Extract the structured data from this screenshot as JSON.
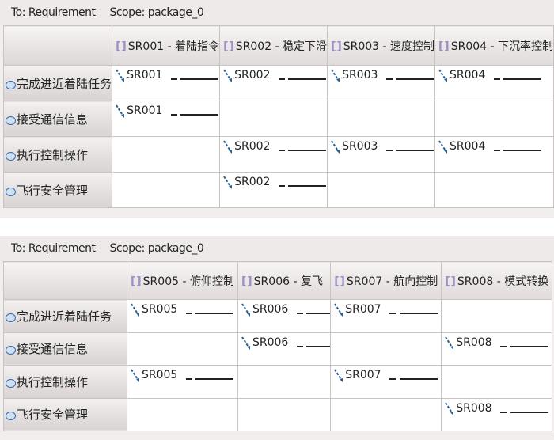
{
  "panels": [
    {
      "to": "To: Requirement",
      "scope": "Scope: package_0",
      "columns": [
        "SR001 - 着陆指令",
        "SR002 - 稳定下滑",
        "SR003 - 速度控制",
        "SR004 - 下沉率控制"
      ],
      "rows": [
        {
          "label": "完成进近着陆任务",
          "cells": [
            "SR001",
            "SR002",
            "SR003",
            "SR004"
          ]
        },
        {
          "label": "接受通信信息",
          "cells": [
            "SR001",
            "",
            "",
            ""
          ]
        },
        {
          "label": "执行控制操作",
          "cells": [
            "",
            "SR002",
            "SR003",
            "SR004"
          ]
        },
        {
          "label": "飞行安全管理",
          "cells": [
            "",
            "SR002",
            "",
            ""
          ]
        }
      ]
    },
    {
      "to": "To: Requirement",
      "scope": "Scope: package_0",
      "columns": [
        "SR005 - 俯仰控制",
        "SR006 - 复飞",
        "SR007 - 航向控制",
        "SR008 - 模式转换"
      ],
      "rows": [
        {
          "label": "完成进近着陆任务",
          "cells": [
            "SR005",
            "SR006",
            "SR007",
            ""
          ]
        },
        {
          "label": "接受通信信息",
          "cells": [
            "",
            "SR006",
            "",
            "SR008"
          ]
        },
        {
          "label": "执行控制操作",
          "cells": [
            "SR005",
            "",
            "SR007",
            ""
          ]
        },
        {
          "label": "飞行安全管理",
          "cells": [
            "",
            "",
            "",
            "SR008"
          ]
        }
      ]
    }
  ]
}
